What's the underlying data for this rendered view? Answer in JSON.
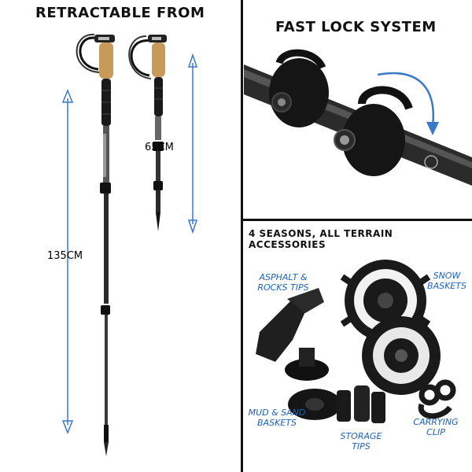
{
  "left_panel": {
    "title": "RETRACTABLE FROM",
    "extended_length": "135CM",
    "collapsed_length": "65CM"
  },
  "top_right_panel": {
    "title": "FAST LOCK SYSTEM"
  },
  "bottom_right_panel": {
    "title": "4 SEASONS, ALL TERRAIN ACCESSORIES",
    "labels": {
      "asphalt": "ASPHALT & ROCKS TIPS",
      "snow": "SNOW BASKETS",
      "mud": "MUD & SAND BASKETS",
      "storage": "STORAGE TIPS",
      "carrying": "CARRYING CLIP"
    }
  },
  "colors": {
    "arrow": "#3a78c8",
    "pole": "#1a1a1a",
    "cork": "#c79a5a",
    "label_blue": "#1e63b8"
  }
}
